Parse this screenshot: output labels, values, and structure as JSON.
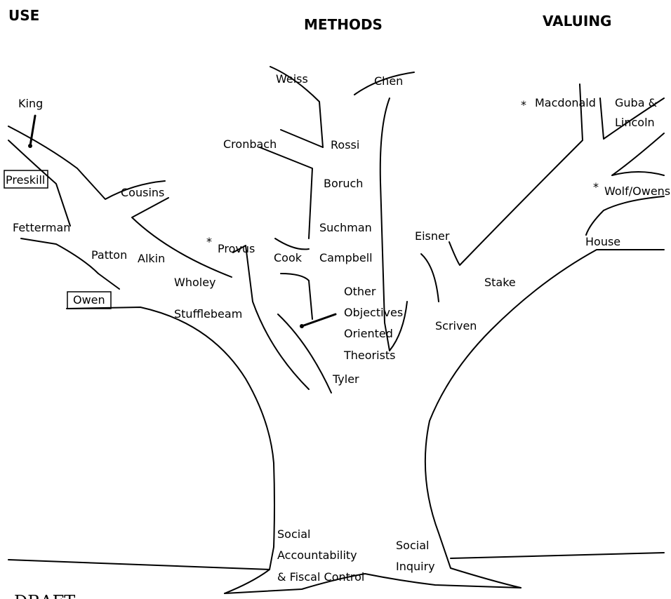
{
  "headers": {
    "use": "USE",
    "methods": "METHODS",
    "valuing": "VALUING"
  },
  "use_branch": {
    "king": "King",
    "preskill": "Preskill",
    "cousins": "Cousins",
    "fetterman": "Fetterman",
    "patton": "Patton",
    "alkin": "Alkin",
    "wholey": "Wholey",
    "owen": "Owen",
    "stufflebeam": "Stufflebeam",
    "provus": "Provus"
  },
  "methods_branch": {
    "weiss": "Weiss",
    "chen": "Chen",
    "cronbach": "Cronbach",
    "rossi": "Rossi",
    "boruch": "Boruch",
    "suchman": "Suchman",
    "cook": "Cook",
    "campbell": "Campbell",
    "other": "Other",
    "objectives": "Objectives",
    "oriented": "Oriented",
    "theorists": "Theorists",
    "tyler": "Tyler"
  },
  "valuing_branch": {
    "macdonald": "Macdonald",
    "guba_line1": "Guba &",
    "guba_line2": "Lincoln",
    "wolf_owens": "Wolf/Owens",
    "house": "House",
    "eisner": "Eisner",
    "stake": "Stake",
    "scriven": "Scriven"
  },
  "roots": {
    "left_line1": "Social",
    "left_line2": "Accountability",
    "left_line3": "& Fiscal Control",
    "right_line1": "Social",
    "right_line2": "Inquiry"
  },
  "asterisk": "*",
  "watermark": "DRAFT"
}
